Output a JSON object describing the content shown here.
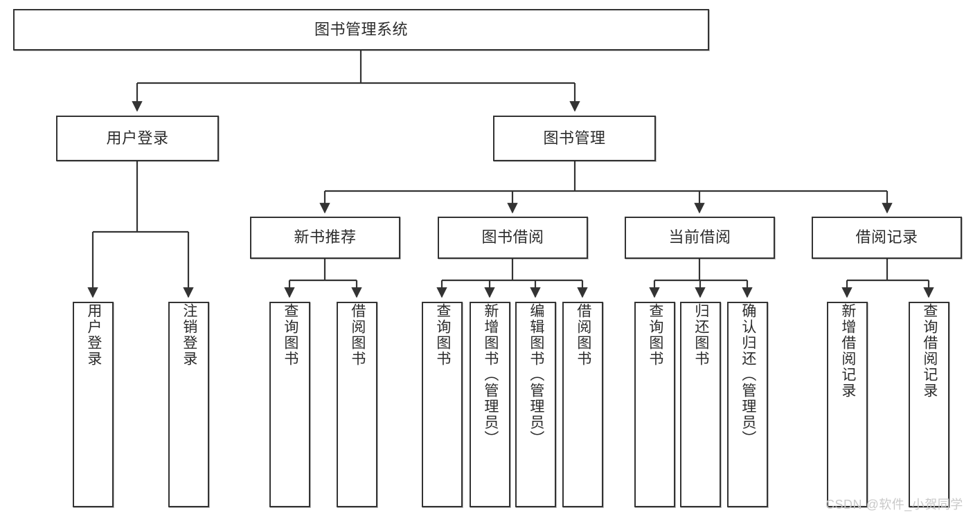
{
  "diagram": {
    "type": "tree-hierarchy",
    "title": "图书管理系统",
    "watermark": "CSDN @软件_小贺同学",
    "colors": {
      "box_border": "#333333",
      "box_fill": "#ffffff",
      "connector": "#333333",
      "text": "#2b2b2b",
      "watermark": "#c9c9c9"
    },
    "levels": {
      "root": {
        "label": "图书管理系统"
      },
      "level2": [
        {
          "label": "用户登录"
        },
        {
          "label": "图书管理"
        }
      ],
      "level3": [
        {
          "label": "新书推荐"
        },
        {
          "label": "图书借阅"
        },
        {
          "label": "当前借阅"
        },
        {
          "label": "借阅记录"
        }
      ]
    },
    "nodes": {
      "root": "图书管理系统",
      "user_login": "用户登录",
      "book_manage": "图书管理",
      "new_book_rec": "新书推荐",
      "book_borrow": "图书借阅",
      "current_borrow": "当前借阅",
      "borrow_record": "借阅记录",
      "leaf_user_login": "用户登录",
      "leaf_logout_login": "注销登录",
      "leaf_query_book_1": "查询图书",
      "leaf_borrow_book_1": "借阅图书",
      "leaf_query_book_2": "查询图书",
      "leaf_add_book_admin": "新增图书（管理员）",
      "leaf_edit_book_admin": "编辑图书（管理员）",
      "leaf_borrow_book_2": "借阅图书",
      "leaf_query_book_3": "查询图书",
      "leaf_return_book": "归还图书",
      "leaf_confirm_return_admin": "确认归还（管理员）",
      "leaf_add_record": "新增借阅记录",
      "leaf_query_record": "查询借阅记录"
    },
    "tree": {
      "name": "图书管理系统",
      "children": [
        {
          "name": "用户登录",
          "children": [
            {
              "name": "用户登录"
            },
            {
              "name": "注销登录"
            }
          ]
        },
        {
          "name": "图书管理",
          "children": [
            {
              "name": "新书推荐",
              "children": [
                {
                  "name": "查询图书"
                },
                {
                  "name": "借阅图书"
                }
              ]
            },
            {
              "name": "图书借阅",
              "children": [
                {
                  "name": "查询图书"
                },
                {
                  "name": "新增图书（管理员）"
                },
                {
                  "name": "编辑图书（管理员）"
                },
                {
                  "name": "借阅图书"
                }
              ]
            },
            {
              "name": "当前借阅",
              "children": [
                {
                  "name": "查询图书"
                },
                {
                  "name": "归还图书"
                },
                {
                  "name": "确认归还（管理员）"
                }
              ]
            },
            {
              "name": "借阅记录",
              "children": [
                {
                  "name": "新增借阅记录"
                },
                {
                  "name": "查询借阅记录"
                }
              ]
            }
          ]
        }
      ]
    }
  }
}
